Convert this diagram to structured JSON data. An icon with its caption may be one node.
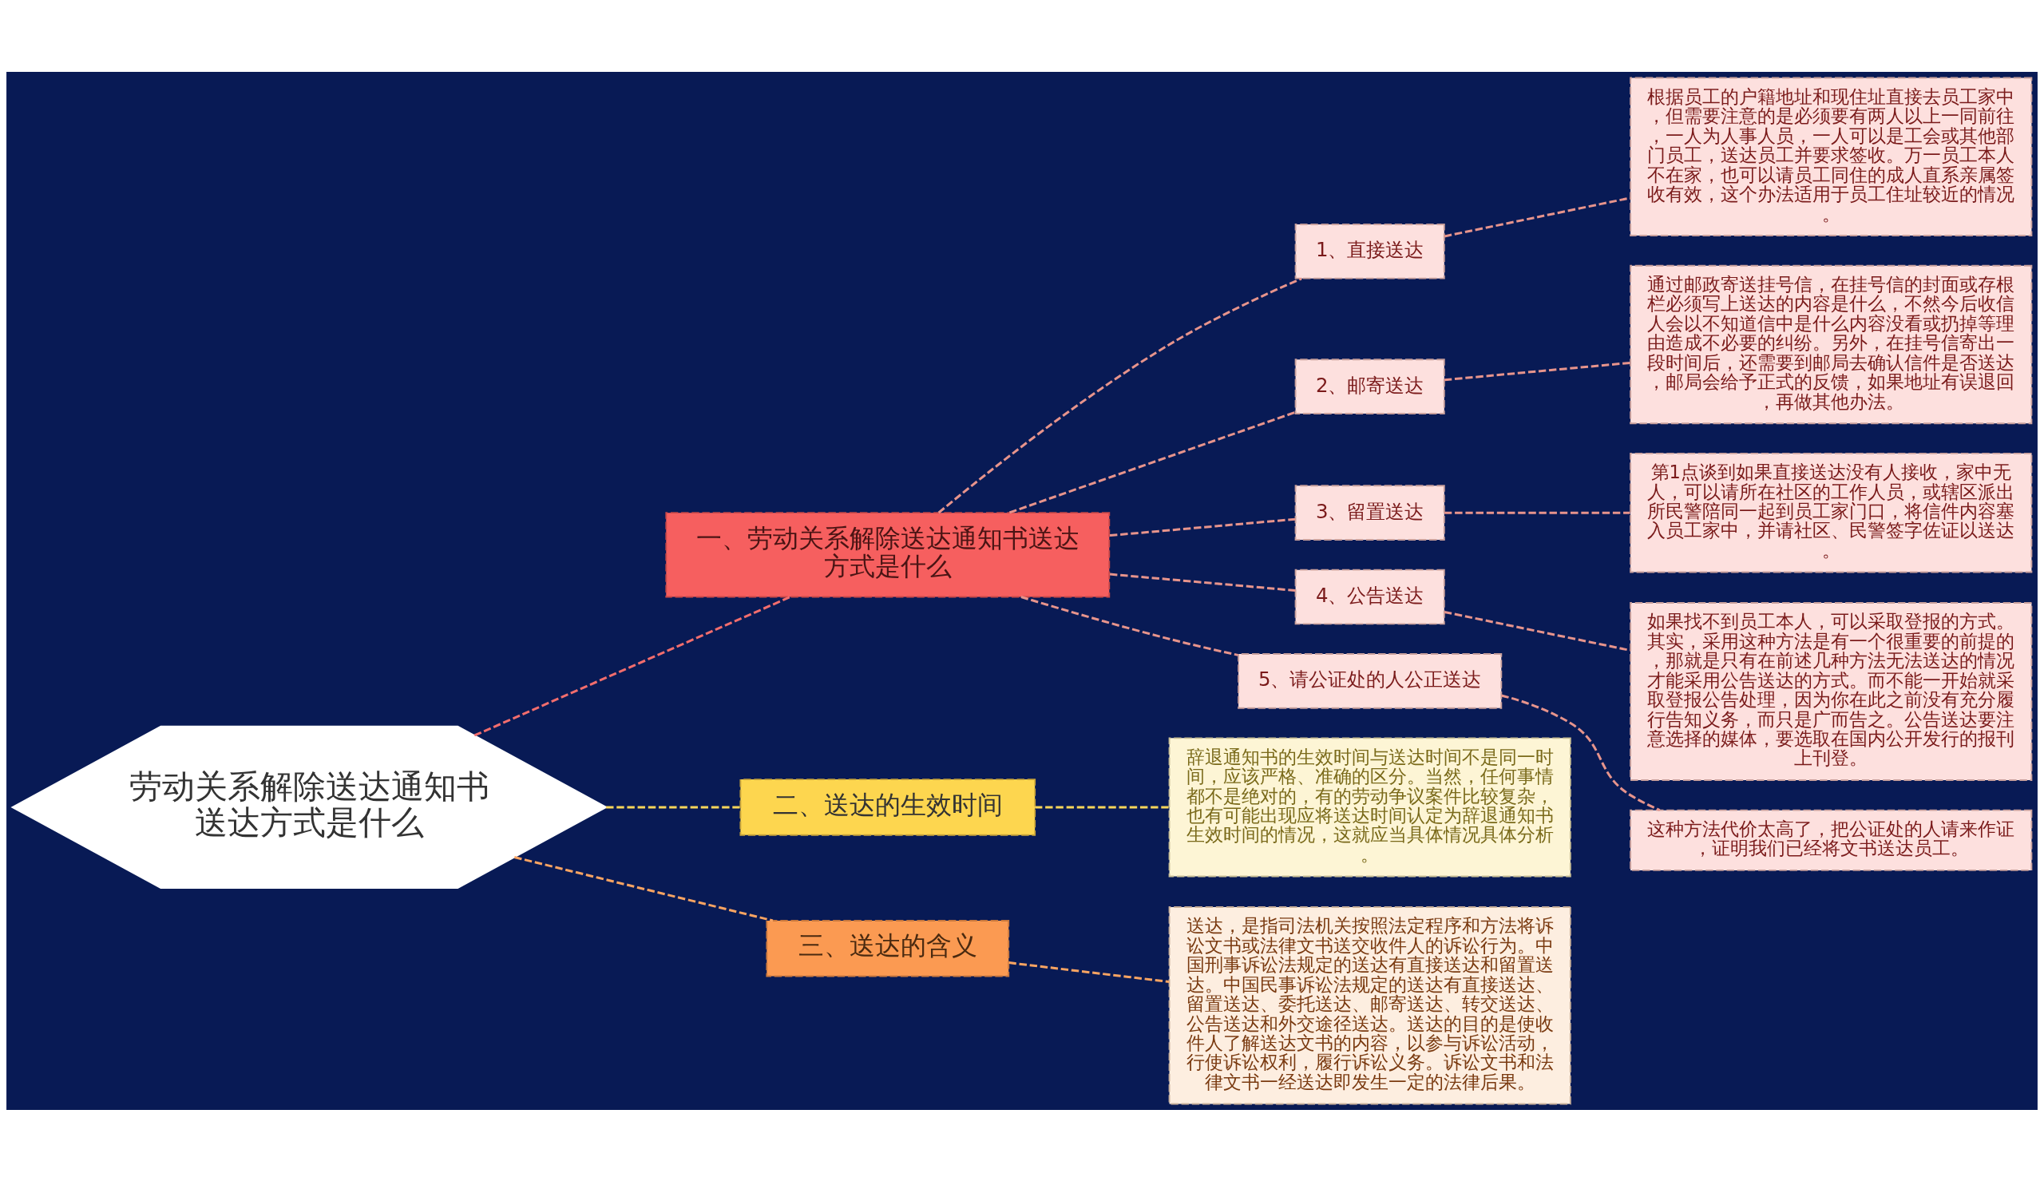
{
  "diagram": {
    "nodes": [
      {
        "text": [
          "劳动关系解除送达通知书送达方式是什么"
        ]
      },
      {
        "text": [
          "一、劳动关系解除送达通知书送达方式是什么"
        ]
      },
      {
        "text": [
          "1、直接送达"
        ]
      },
      {
        "text": [
          "根据员工的户籍地址和现住址直接去员工家中，但需要注意的是必须要有两人以上一同前往，一人为人事人员，一人可以是工会或其他部门员工，送达员工并要求签收。万一员工本人不在家，也可以请员工同住的成人直系亲属签收有效，这个办法适用于员工住址较近的情况。"
        ]
      },
      {
        "text": [
          "2、邮寄送达"
        ]
      },
      {
        "text": [
          "通过邮政寄送挂号信，在挂号信的封面或存根栏必须写上送达的内容是什么，不然今后收信人会以不知道信中是什么内容没看或扔掉等理由造成不必要的纠纷。另外，在挂号信寄出一段时间后，还需要到邮局去确认信件是否送达，邮局会给予正式的反馈，如果地址有误退回，再做其他办法。"
        ]
      },
      {
        "text": [
          "3、留置送达"
        ]
      },
      {
        "text": [
          "第1点谈到如果直接送达没有人接收，家中无人，可以请所在社区的工作人员，或辖区派出所民警陪同一起到员工家门口，将信件内容塞入员工家中，并请社区、民警签字佐证以送达。"
        ]
      },
      {
        "text": [
          "4、公告送达"
        ]
      },
      {
        "text": [
          "如果找不到员工本人，可以采取登报的方式。其实，采用这种方法是有一个很重要的前提的，那就是只有在前述几种方法无法送达的情况才能采用公告送达的方式。而不能一开始就采取登报公告处理，因为你在此之前没有充分履行告知义务，而只是广而告之。公告送达要注意选择的媒体，要选取在国内公开发行的报刊上刊登。"
        ]
      },
      {
        "text": [
          "5、请公证处的人公正送达"
        ]
      },
      {
        "text": [
          "这种方法代价太高了，把公证处的人请来作证，证明我们已经将文书送达员工。"
        ]
      },
      {
        "text": [
          "二、送达的生效时间"
        ]
      },
      {
        "text": [
          "辞退通知书的生效时间与送达时间不是同一时间，应该严格、准确的区分。当然，任何事情都不是绝对的，有的劳动争议案件比较复杂，也有可能出现应将送达时间认定为辞退通知书生效时间的情况，这就应当具体情况具体分析。"
        ]
      },
      {
        "text": [
          "三、送达的含义"
        ]
      },
      {
        "text": [
          "送达，是指司法机关按照法定程序和方法将诉讼文书或法律文书送交收件人的诉讼行为。中国刑事诉讼法规定的送达有直接送达和留置送达。中国民事诉讼法规定的送达有直接送达、留置送达、委托送达、邮寄送达、转交送达、公告送达和外交途径送达。送达的目的是使收件人了解送达文书的内容，以参与诉讼活动，行使诉讼权利，履行诉讼义务。诉讼文书和法律文书一经送达即发生一定的法律后果。"
        ]
      }
    ],
    "edges": [
      {
        "from": 0,
        "to": 1,
        "arrow": "none",
        "style": "dashed",
        "color": "#f26d6d"
      },
      {
        "from": 0,
        "to": 12,
        "arrow": "none",
        "style": "dashed",
        "color": "#f8d55a"
      },
      {
        "from": 0,
        "to": 14,
        "arrow": "none",
        "style": "dashed",
        "color": "#f9a462"
      },
      {
        "from": 1,
        "to": 2,
        "arrow": "none",
        "style": "dashed",
        "color": "#e7948c"
      },
      {
        "from": 1,
        "to": 4,
        "arrow": "none",
        "style": "dashed",
        "color": "#e7948c"
      },
      {
        "from": 1,
        "to": 6,
        "arrow": "none",
        "style": "dashed",
        "color": "#e7948c"
      },
      {
        "from": 1,
        "to": 8,
        "arrow": "none",
        "style": "dashed",
        "color": "#e7948c"
      },
      {
        "from": 1,
        "to": 10,
        "arrow": "none",
        "style": "dashed",
        "color": "#e7948c"
      },
      {
        "from": 2,
        "to": 3,
        "arrow": "none",
        "style": "dashed",
        "color": "#e7948c"
      },
      {
        "from": 4,
        "to": 5,
        "arrow": "none",
        "style": "dashed",
        "color": "#e7948c"
      },
      {
        "from": 6,
        "to": 7,
        "arrow": "none",
        "style": "dashed",
        "color": "#e7948c"
      },
      {
        "from": 8,
        "to": 9,
        "arrow": "none",
        "style": "dashed",
        "color": "#e7948c"
      },
      {
        "from": 10,
        "to": 11,
        "arrow": "none",
        "style": "dashed",
        "color": "#e7948c"
      },
      {
        "from": 12,
        "to": 13,
        "arrow": "none",
        "style": "dashed",
        "color": "#f8d55a"
      },
      {
        "from": 14,
        "to": 15,
        "arrow": "none",
        "style": "dashed",
        "color": "#f9a462"
      }
    ]
  }
}
